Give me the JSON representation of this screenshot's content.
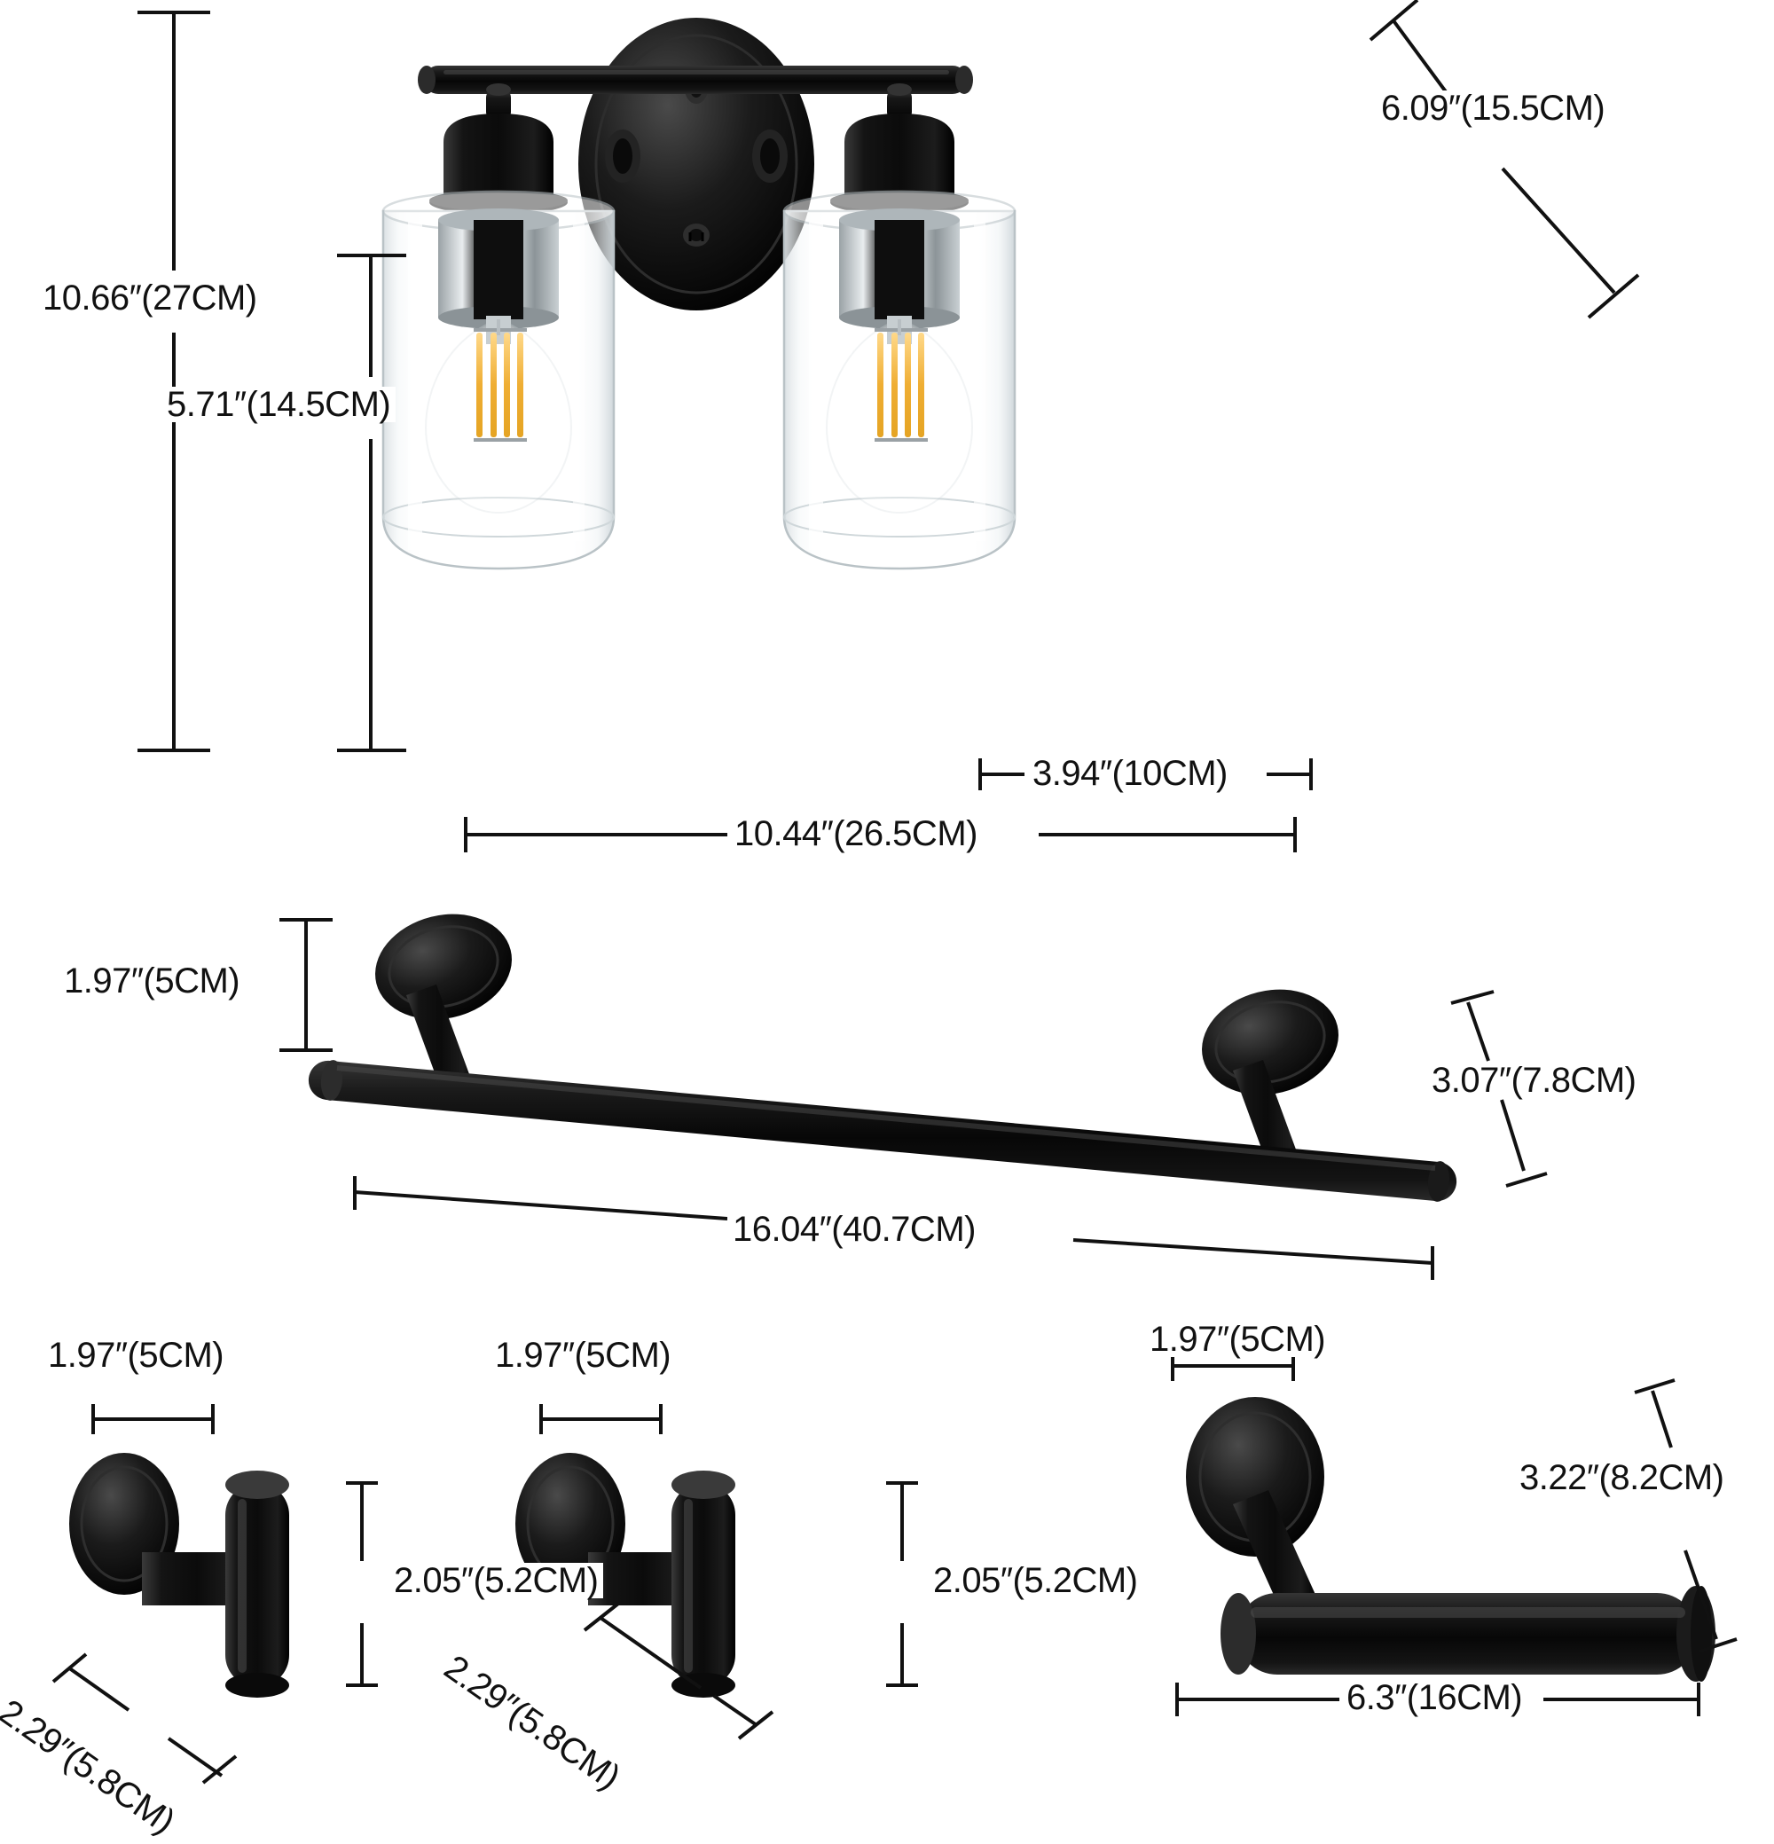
{
  "diagram": {
    "title": "Bathroom Hardware Set Dimension Diagram",
    "background_color": "#ffffff",
    "line_color": "#111111",
    "metal_color": "#151515",
    "glass_color": "#f2f4f5",
    "filament_color": "#f0b33c"
  },
  "products": [
    {
      "id": "vanity-light",
      "name": "2-Light Bathroom Vanity Light",
      "dimensions": {
        "overall_height": "10.66″(27CM)",
        "shade_height": "5.71″(14.5CM)",
        "extension_depth": "6.09″(15.5CM)",
        "shade_width": "3.94″(10CM)",
        "overall_width": "10.44″(26.5CM)"
      }
    },
    {
      "id": "towel-bar",
      "name": "Towel Bar",
      "dimensions": {
        "mount_diameter": "1.97″(5CM)",
        "projection": "3.07″(7.8CM)",
        "length": "16.04″(40.7CM)"
      }
    },
    {
      "id": "robe-hook-1",
      "name": "Robe Hook",
      "dimensions": {
        "mount_diameter": "1.97″(5CM)",
        "hook_height": "2.05″(5.2CM)",
        "projection": "2.29″(5.8CM)"
      }
    },
    {
      "id": "robe-hook-2",
      "name": "Robe Hook",
      "dimensions": {
        "mount_diameter": "1.97″(5CM)",
        "hook_height": "2.05″(5.2CM)",
        "projection": "2.29″(5.8CM)"
      }
    },
    {
      "id": "toilet-paper-holder",
      "name": "Toilet Paper Holder",
      "dimensions": {
        "mount_diameter": "1.97″(5CM)",
        "projection": "3.22″(8.2CM)",
        "length": "6.3″(16CM)"
      }
    }
  ],
  "labels": {
    "light_height": "10.66″(27CM)",
    "light_shade_height": "5.71″(14.5CM)",
    "light_depth": "6.09″(15.5CM)",
    "light_shade_width": "3.94″(10CM)",
    "light_width": "10.44″(26.5CM)",
    "bar_mount": "1.97″(5CM)",
    "bar_depth": "3.07″(7.8CM)",
    "bar_length": "16.04″(40.7CM)",
    "hook1_mount": "1.97″(5CM)",
    "hook1_height": "2.05″(5.2CM)",
    "hook1_depth": "2.29″(5.8CM)",
    "hook2_mount": "1.97″(5CM)",
    "hook2_height": "2.05″(5.2CM)",
    "hook2_depth": "2.29″(5.8CM)",
    "tp_mount": "1.97″(5CM)",
    "tp_depth": "3.22″(8.2CM)",
    "tp_length": "6.3″(16CM)"
  }
}
